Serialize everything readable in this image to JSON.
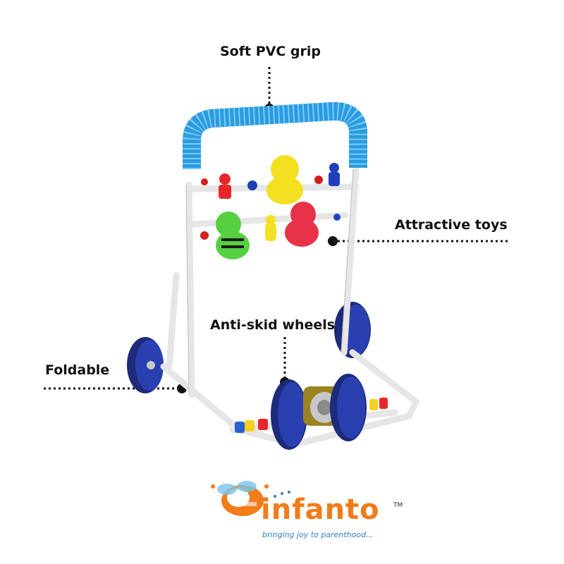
{
  "callouts": {
    "grip": "Soft PVC grip",
    "toys": "Attractive toys",
    "wheels": "Anti-skid wheels",
    "foldable": "Foldable"
  },
  "logo": {
    "name": "infanto",
    "trademark": "TM",
    "tagline": "bringing joy to parenthood..."
  },
  "colors": {
    "grip": "#2a9be0",
    "frame": "#f2f2f2",
    "wheel": "#2a3fb0",
    "brand_orange": "#f07c1a",
    "brand_blue": "#2e7fc0"
  }
}
